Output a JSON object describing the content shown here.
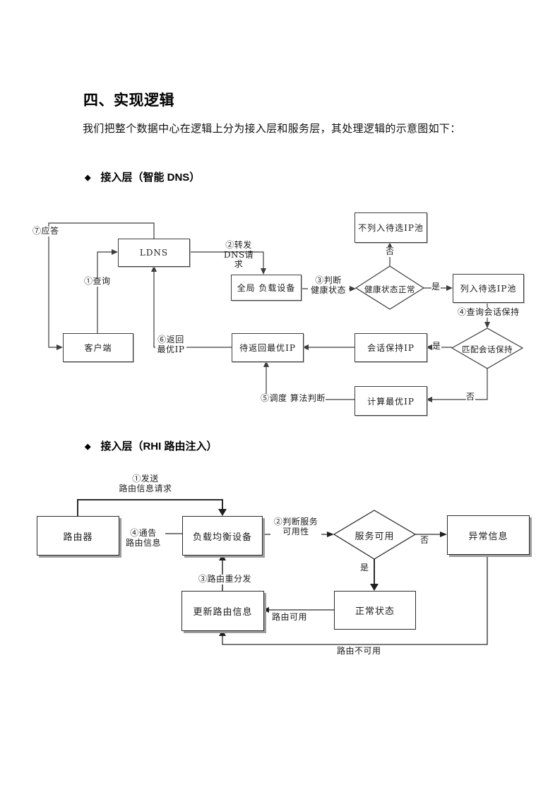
{
  "page": {
    "title": "四、实现逻辑",
    "intro": "我们把整个数据中心在逻辑上分为接入层和服务层，其处理逻辑的示意图如下：",
    "sections": {
      "dns": {
        "bullet": "◆",
        "title": "接入层（智能 DNS）"
      },
      "rhi": {
        "bullet": "◆",
        "title": "接入层（RHI 路由注入）"
      }
    }
  },
  "fc1": {
    "nodes": {
      "ldns": "LDNS",
      "global_lb": "全局 负载设备",
      "not_pool": "不列入待选IP池",
      "pool": "列入待选IP池",
      "health": "健康状态正常",
      "match_session": "匹配会话保持",
      "session_ip": "会话保持IP",
      "wait_ip": "待返回最优IP",
      "client": "客户端",
      "calc_ip": "计算最优IP"
    },
    "labels": {
      "reply": "⑦应答",
      "query": "①查询",
      "forward": "②转发\nDNS请求",
      "judge_health": "③判断\n健康状态",
      "no1": "否",
      "yes1": "是",
      "query_session": "④查询会话保持",
      "yes2": "是",
      "return_ip": "⑥返回\n最优IP",
      "schedule": "⑤调度 算法判断",
      "no2": "否"
    }
  },
  "fc2": {
    "nodes": {
      "router": "路由器",
      "lb": "负载均衡设备",
      "service_ok": "服务可用",
      "abnormal": "异常信息",
      "normal": "正常状态",
      "update": "更新路由信息"
    },
    "labels": {
      "send": "①发送\n路由信息请求",
      "notify": "④通告\n路由信息",
      "judge_service": "②判断服务\n可用性",
      "no": "否",
      "yes": "是",
      "redistribute": "③路由重分发",
      "route_ok": "路由可用",
      "route_bad": "路由不可用"
    }
  }
}
